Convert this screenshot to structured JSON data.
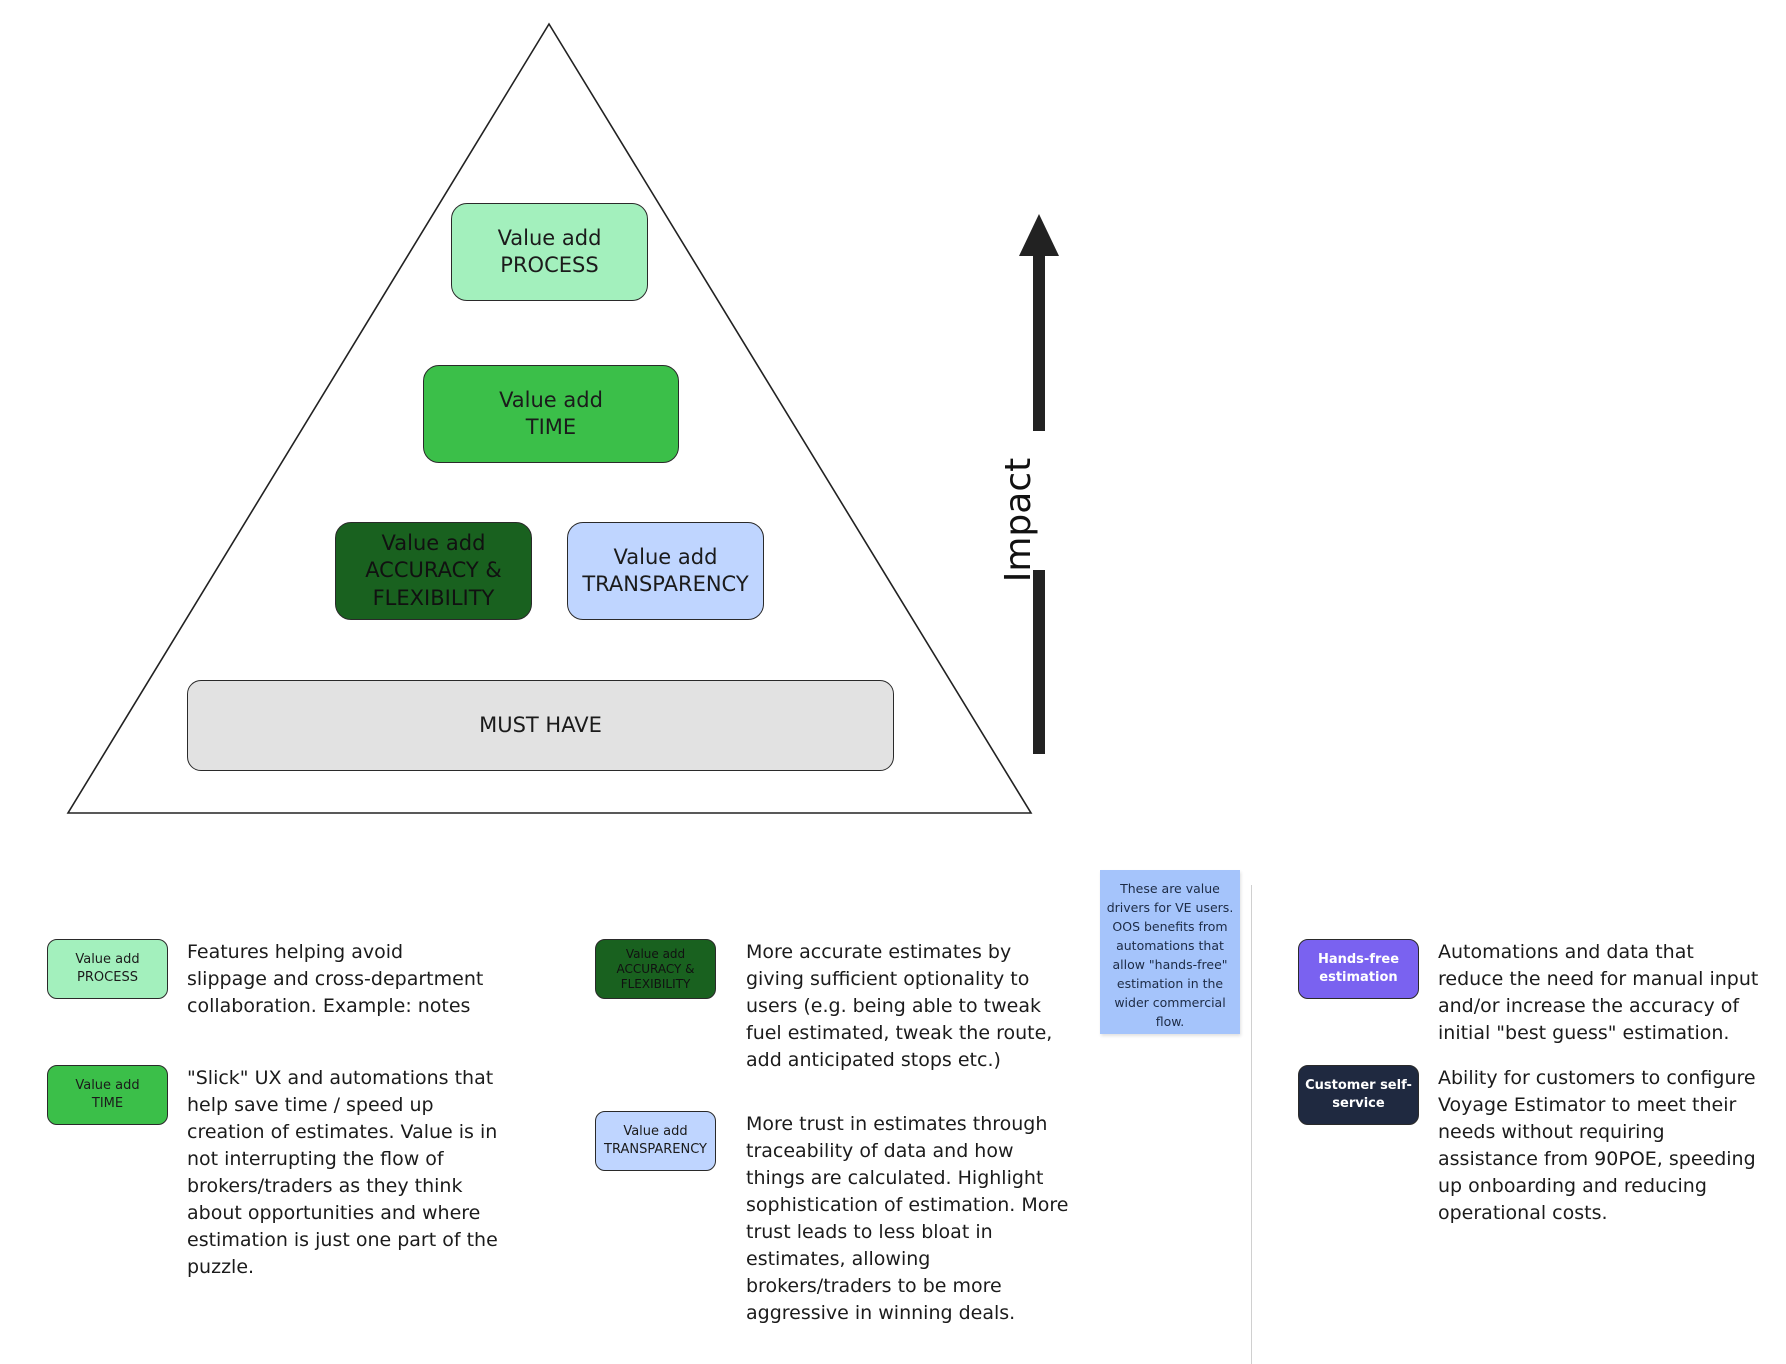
{
  "pyramid": {
    "process": "Value add\nPROCESS",
    "time": "Value add\nTIME",
    "accuracy": "Value add\nACCURACY &\nFLEXIBILITY",
    "transparency": "Value add\nTRANSPARENCY",
    "must_have": "MUST HAVE"
  },
  "impact_axis": {
    "label": "Impact"
  },
  "sticky_note": {
    "text": "These are value drivers for VE users. OOS benefits from automations that allow \"hands-free\" estimation in the wider commercial flow."
  },
  "legend": {
    "process": {
      "label": "Value add\nPROCESS",
      "description": "Features helping avoid slippage and cross-department collaboration. Example: notes"
    },
    "time": {
      "label": "Value add\nTIME",
      "description": "\"Slick\" UX and automations that help save time / speed up creation of estimates. Value is in not interrupting the flow of brokers/traders as they think about opportunities and where estimation is just one part of the puzzle."
    },
    "accuracy": {
      "label": "Value add\nACCURACY &\nFLEXIBILITY",
      "description": "More accurate estimates by giving sufficient optionality to users (e.g. being able to tweak fuel estimated, tweak the route, add anticipated stops etc.)"
    },
    "transparency": {
      "label": "Value add\nTRANSPARENCY",
      "description": "More trust in estimates through traceability of data and how things are calculated. Highlight sophistication of estimation. More trust leads to less bloat in estimates, allowing brokers/traders to be more aggressive in winning deals."
    },
    "hands_free": {
      "label": "Hands-free\nestimation",
      "description": "Automations and data that reduce the need for manual input and/or increase the accuracy of initial \"best guess\" estimation."
    },
    "self_service": {
      "label": "Customer self-\nservice",
      "description": "Ability for customers to configure Voyage Estimator to meet their needs without requiring assistance from 90POE, speeding up onboarding and reducing operational costs."
    }
  },
  "colors": {
    "process": "#a3f0bd",
    "time": "#3bbf49",
    "accuracy": "#19611f",
    "transparency": "#bfd5ff",
    "must_have": "#e2e2e2",
    "hands_free": "#7a62f0",
    "self_service": "#1f2940",
    "sticky_note": "#a5c4fb"
  }
}
